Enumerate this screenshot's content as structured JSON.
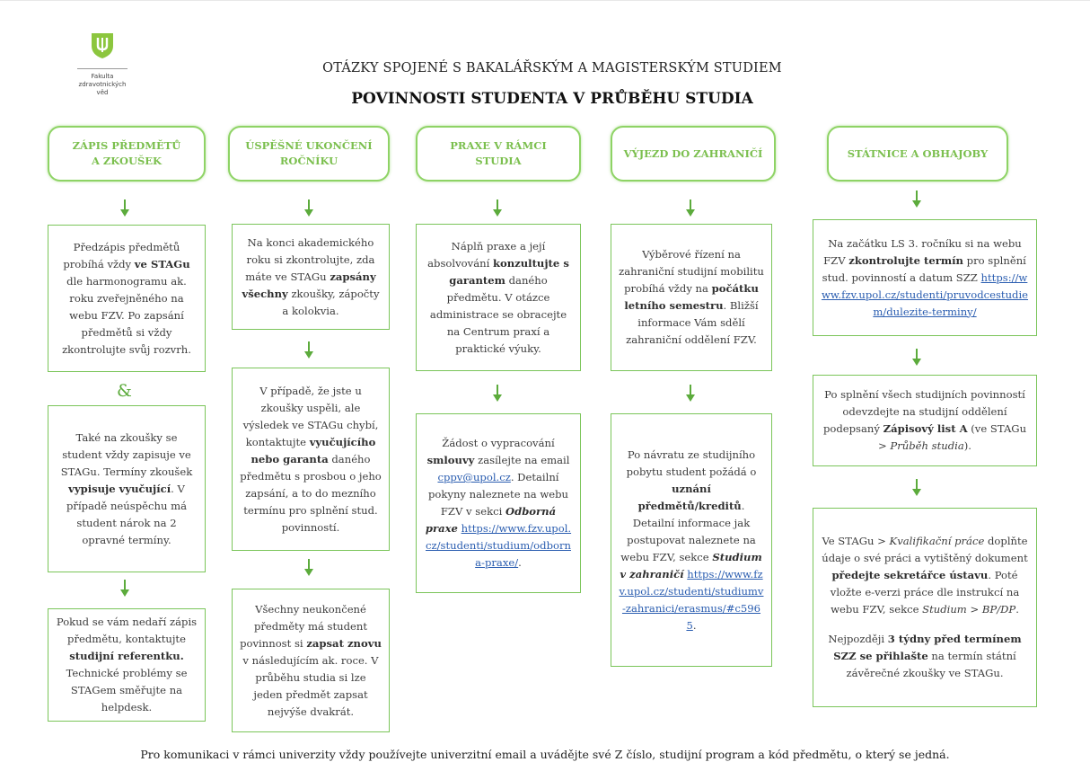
{
  "logo": {
    "line1": "Fakulta",
    "line2": "zdravotnických věd"
  },
  "header": {
    "title": "OTÁZKY SPOJENÉ S BAKALÁŘSKÝM A MAGISTERSKÝM STUDIEM",
    "subtitle": "POVINNOSTI STUDENTA V PRŮBĚHU STUDIA"
  },
  "columns": {
    "c1": {
      "title_l1": "ZÁPIS PŘEDMĚTŮ",
      "title_l2": "A ZKOUŠEK",
      "b1": {
        "t1": "Předzápis předmětů probíhá vždy ",
        "s1": "ve STAGu",
        "t2": " dle harmonogramu ak. roku zveřejněného na webu FZV. Po zapsání předmětů si vždy zkontrolujte svůj rozvrh."
      },
      "amp": "&",
      "b2": {
        "t1": "Také na zkoušky se student vždy zapisuje ve STAGu. Termíny zkoušek ",
        "s1": "vypisuje vyučující",
        "t2": ". V případě neúspěchu má student nárok na 2 opravné termíny."
      },
      "b3": {
        "t1": "Pokud se vám nedaří zápis předmětu, kontaktujte ",
        "s1": "studijní referentku.",
        "t2": " Technické problémy se STAGem směřujte na helpdesk."
      }
    },
    "c2": {
      "title_l1": "ÚSPĚŠNÉ UKONČENÍ",
      "title_l2": "ROČNÍKU",
      "b1": {
        "t1": "Na konci akademického roku si zkontrolujte, zda máte ve STAGu ",
        "s1": "zapsány všechny",
        "t2": " zkoušky, zápočty a kolokvia."
      },
      "b2": {
        "t1": "V případě, že jste u zkoušky uspěli, ale výsledek ve STAGu chybí, kontaktujte ",
        "s1": "vyučujícího nebo garanta",
        "t2": " daného předmětu s prosbou o jeho zapsání, a to do mezního termínu pro splnění stud. povinností."
      },
      "b3": {
        "t1": "Všechny neukončené předměty má student povinnost si ",
        "s1": "zapsat znovu",
        "t2": " v následujícím ak. roce. V průběhu studia si lze jeden předmět zapsat nejvýše dvakrát."
      }
    },
    "c3": {
      "title_l1": "PRAXE V RÁMCI",
      "title_l2": "STUDIA",
      "b1": {
        "t1": "Náplň praxe a její absolvování ",
        "s1": "konzultujte s garantem",
        "t2": " daného předmětu. V otázce administrace se obracejte na Centrum praxí a praktické výuky."
      },
      "b2": {
        "t1": "Žádost o vypracování ",
        "s1": "smlouvy",
        "t2": " zasílejte na email ",
        "email": "cppv@upol.cz",
        "t3": ". Detailní pokyny naleznete na webu FZV v sekci ",
        "s2": "Odborná praxe",
        "link": "https://www.fzv.upol.cz/studenti/studium/odborna-praxe/",
        "t4": "."
      }
    },
    "c4": {
      "title_l1": "VÝJEZD DO ZAHRANIČÍ",
      "b1": {
        "t1": "Výběrové řízení na zahraniční studijní mobilitu probíhá vždy na ",
        "s1": "počátku letního semestru",
        "t2": ". Bližší informace Vám sdělí zahraniční oddělení FZV."
      },
      "b2": {
        "t1": "Po návratu ze studijního pobytu student požádá o ",
        "s1": "uznání předmětů/kreditů",
        "t2": ". Detailní informace jak postupovat naleznete na webu FZV, sekce ",
        "s2": "Studium v zahraničí",
        "link": "https://www.fzv.upol.cz/studenti/studiumv-zahranici/erasmus/#c5965",
        "t3": "."
      }
    },
    "c5": {
      "title_l1": "STÁTNICE A OBHAJOBY",
      "b1": {
        "t1": "Na začátku LS 3. ročníku si na webu FZV ",
        "s1": "zkontrolujte termín",
        "t2": " pro splnění stud. povinností a datum SZZ",
        "link": "https://www.fzv.upol.cz/studenti/pruvodcestudiem/dulezite-terminy/"
      },
      "b2": {
        "t1": "Po splnění všech studijních povinností odevzdejte na studijní oddělení podepsaný ",
        "s1": "Zápisový list A",
        "t2": " (ve STAGu > ",
        "i1": "Průběh studia",
        "t3": ")."
      },
      "b3": {
        "t1": "Ve STAGu > ",
        "i1": "Kvalifikační práce",
        "t2": " doplňte údaje o své práci a vytištěný dokument ",
        "s1": "předejte sekretářce ústavu",
        "t3": ". Poté vložte e-verzi práce dle instrukcí na webu FZV, sekce ",
        "i2": "Studium > BP/DP",
        "t4": ".",
        "t5": "Nejpozději ",
        "s2": "3 týdny před termínem SZZ se přihlašte",
        "t6": " na termín státní závěrečné zkoušky ve STAGu."
      }
    }
  },
  "footer": "Pro komunikaci v rámci univerzity vždy používejte univerzitní email a uvádějte své Z číslo, studijní program a kód předmětu, o který se jedná.",
  "colors": {
    "accent": "#8ed365",
    "border": "#7bc55a",
    "arrow": "#5cab3c",
    "link": "#2a5db0"
  },
  "icons": [
    "faculty-logo",
    "down-arrow-icon"
  ]
}
